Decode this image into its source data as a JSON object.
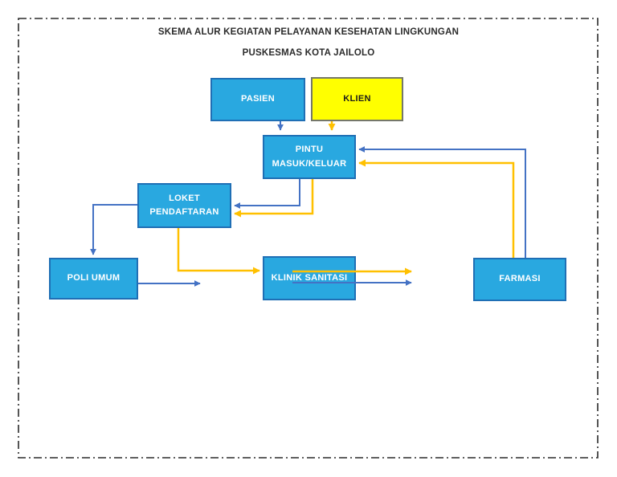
{
  "title": {
    "line1": "SKEMA ALUR KEGIATAN PELAYANAN KESEHATAN LINGKUNGAN",
    "line2": "PUSKESMAS KOTA JAILOLO"
  },
  "colors": {
    "node_blue_fill": "#29A8E0",
    "node_blue_border": "#1F6FB5",
    "node_yellow_fill": "#FFFF00",
    "node_yellow_border": "#75776A",
    "node_text_light": "#FFFFFF",
    "node_text_dark": "#1A1A1A",
    "arrow_blue": "#4472C4",
    "arrow_yellow": "#FFC000",
    "ink": "#2B2B2B"
  },
  "nodes": [
    {
      "id": "pasien",
      "style": "blue",
      "lines": [
        "PASIEN"
      ]
    },
    {
      "id": "klien",
      "style": "yellow",
      "lines": [
        "KLIEN"
      ]
    },
    {
      "id": "pintu-masuk-keluar",
      "style": "blue",
      "lines": [
        "PINTU",
        "MASUK/KELUAR"
      ]
    },
    {
      "id": "loket-pendaftaran",
      "style": "blue",
      "lines": [
        "LOKET",
        "PENDAFTARAN"
      ]
    },
    {
      "id": "poli-umum",
      "style": "blue",
      "lines": [
        "POLI UMUM"
      ]
    },
    {
      "id": "klinik-sanitasi",
      "style": "blue",
      "lines": [
        "KLINIK SANITASI"
      ]
    },
    {
      "id": "farmasi",
      "style": "blue",
      "lines": [
        "FARMASI"
      ]
    }
  ],
  "connectors": [
    {
      "from": "pasien",
      "to": "pintu-masuk-keluar",
      "color": "blue"
    },
    {
      "from": "klien",
      "to": "pintu-masuk-keluar",
      "color": "yellow"
    },
    {
      "from": "pintu-masuk-keluar",
      "to": "loket-pendaftaran",
      "color": "blue"
    },
    {
      "from": "pintu-masuk-keluar",
      "to": "loket-pendaftaran",
      "color": "yellow"
    },
    {
      "from": "loket-pendaftaran",
      "to": "poli-umum",
      "color": "blue"
    },
    {
      "from": "loket-pendaftaran",
      "to": "klinik-sanitasi",
      "color": "yellow"
    },
    {
      "from": "poli-umum",
      "to": "exit-right",
      "color": "blue"
    },
    {
      "from": "klinik-sanitasi",
      "to": "exit-right",
      "color": "yellow"
    },
    {
      "from": "klinik-sanitasi",
      "to": "exit-right",
      "color": "blue"
    },
    {
      "from": "farmasi",
      "to": "pintu-masuk-keluar",
      "color": "yellow"
    },
    {
      "from": "farmasi",
      "to": "pintu-masuk-keluar",
      "color": "blue"
    }
  ]
}
